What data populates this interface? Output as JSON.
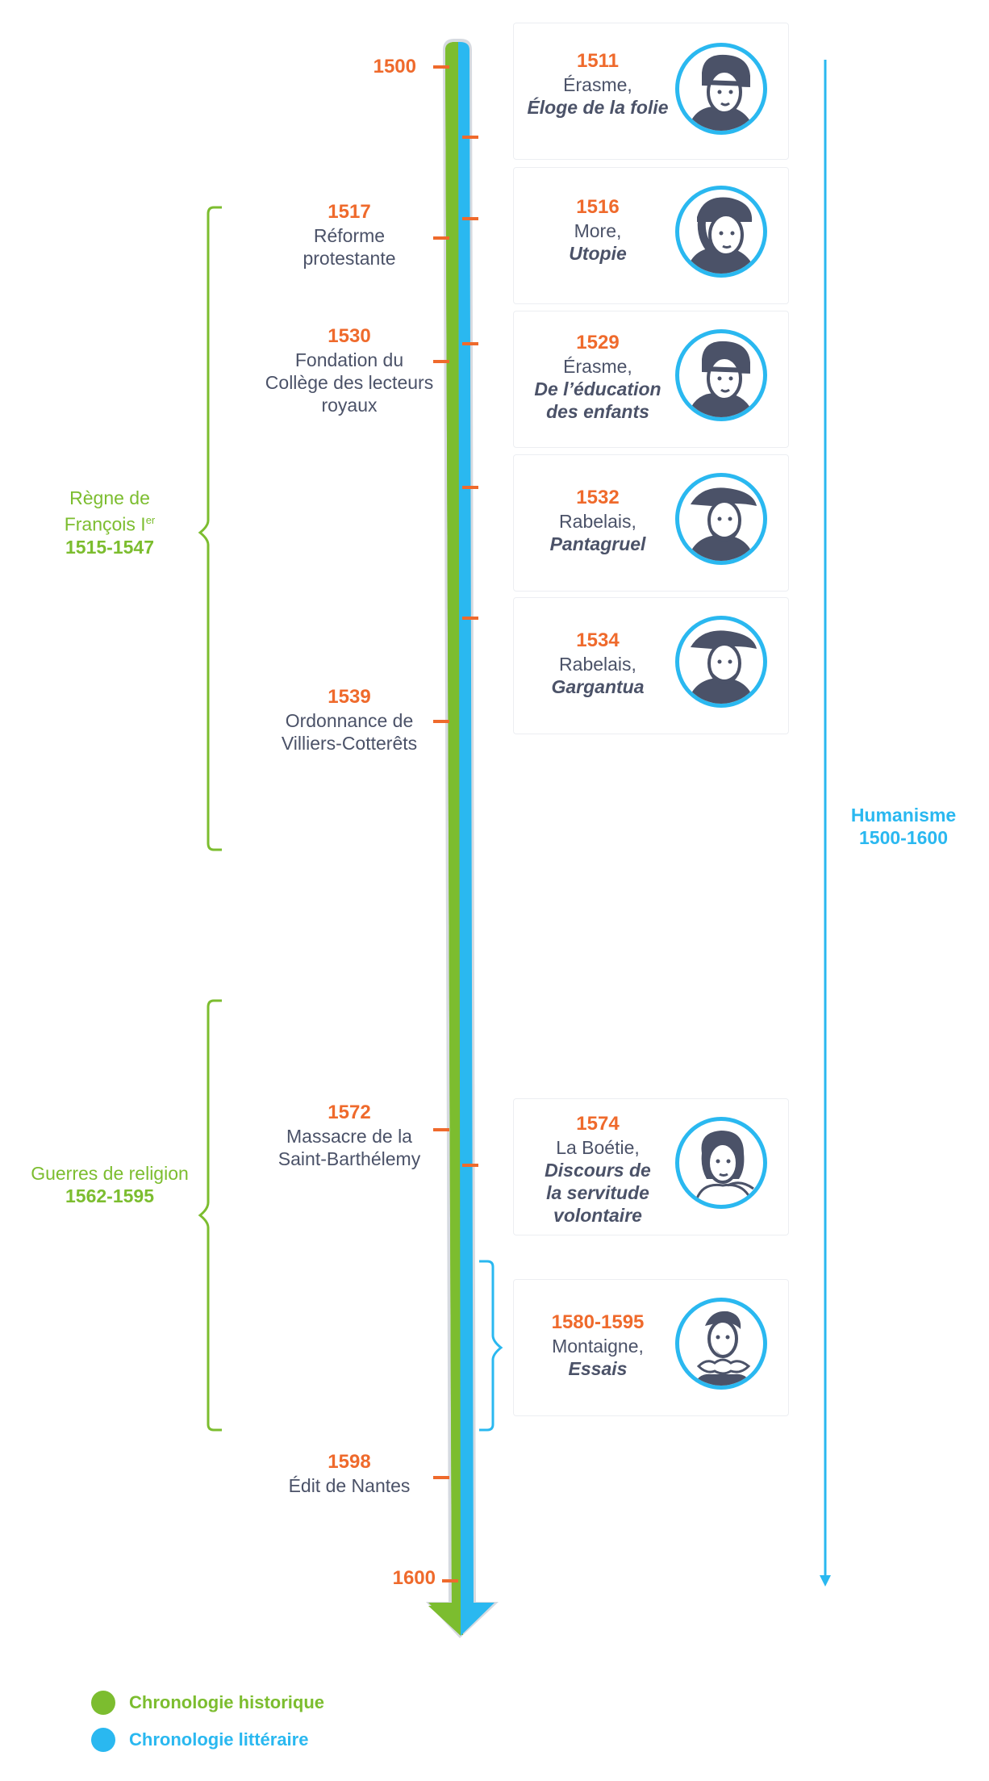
{
  "timeline": {
    "start_label": "1500",
    "end_label": "1600"
  },
  "historical_events": [
    {
      "year": "1517",
      "lines": [
        "Réforme",
        "protestante"
      ]
    },
    {
      "year": "1530",
      "lines": [
        "Fondation du",
        "Collège des lecteurs",
        "royaux"
      ]
    },
    {
      "year": "1539",
      "lines": [
        "Ordonnance de",
        "Villiers-Cotterêts"
      ]
    },
    {
      "year": "1572",
      "lines": [
        "Massacre de la",
        "Saint-Barthélemy"
      ]
    },
    {
      "year": "1598",
      "lines": [
        "Édit de Nantes"
      ]
    }
  ],
  "literary_works": [
    {
      "year": "1511",
      "author": "Érasme,",
      "title_lines": [
        "Éloge de la folie"
      ],
      "portrait": "erasmus-portrait-icon"
    },
    {
      "year": "1516",
      "author": "More,",
      "title_lines": [
        "Utopie"
      ],
      "portrait": "more-portrait-icon"
    },
    {
      "year": "1529",
      "author": "Érasme,",
      "title_lines": [
        "De l’éducation",
        "des enfants"
      ],
      "portrait": "erasmus-portrait-icon"
    },
    {
      "year": "1532",
      "author": "Rabelais,",
      "title_lines": [
        "Pantagruel"
      ],
      "portrait": "rabelais-portrait-icon"
    },
    {
      "year": "1534",
      "author": "Rabelais,",
      "title_lines": [
        "Gargantua"
      ],
      "portrait": "rabelais-portrait-icon"
    },
    {
      "year": "1574",
      "author": "La Boétie,",
      "title_lines": [
        "Discours de",
        "la servitude",
        "volontaire"
      ],
      "portrait": "la-boetie-portrait-icon"
    },
    {
      "year": "1580-1595",
      "author": "Montaigne,",
      "title_lines": [
        "Essais"
      ],
      "portrait": "montaigne-portrait-icon"
    }
  ],
  "periods": {
    "reign": {
      "line1": "Règne de",
      "line2": "François I",
      "sup": "er",
      "dates": "1515-1547"
    },
    "wars": {
      "line1": "Guerres de religion",
      "dates": "1562-1595"
    },
    "humanism": {
      "line1": "Humanisme",
      "dates": "1500-1600"
    }
  },
  "legend": {
    "historical": "Chronologie historique",
    "literary": "Chronologie littéraire"
  },
  "colors": {
    "green": "#7cbd2f",
    "blue": "#2ab8f0",
    "orange": "#ef6a2c",
    "text": "#4b5268"
  }
}
